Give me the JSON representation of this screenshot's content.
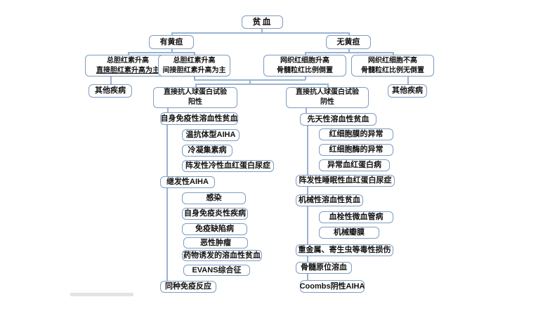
{
  "colors": {
    "box_border": "#7f9cc0",
    "connector": "#9ab3d2",
    "text_color": "#111111",
    "artifact_gray": "#e4e4e4"
  },
  "diagram": {
    "nodes": {
      "anemia": {
        "label": "贫血"
      },
      "jaundice_yes": {
        "label": "有黄疸"
      },
      "jaundice_no": {
        "label": "无黄疸"
      },
      "bili_direct": {
        "line1": "总胆红素升高",
        "line2": "直接胆红素升高为主"
      },
      "bili_indirect": {
        "line1": "总胆红素升高",
        "line2": "间接胆红素升高为主"
      },
      "retic_high": {
        "line1": "网织红细胞升高",
        "line2": "骨髓粒红比例倒置"
      },
      "retic_normal": {
        "line1": "网织红细胞不高",
        "line2": "骨髓粒红比例无倒置"
      },
      "other_left": {
        "label": "其他疾病"
      },
      "other_right": {
        "label": "其他疾病"
      },
      "dat_positive": {
        "line1": "直接抗人球蛋白试验",
        "line2": "阳性"
      },
      "dat_negative": {
        "line1": "直接抗人球蛋白试验",
        "line2": "阴性"
      },
      "aiha": {
        "label": "自身免疫性溶血性贫血"
      },
      "congenital": {
        "label": "先天性溶血性贫血"
      },
      "warm_aiha": {
        "label": "温抗体型AIHA"
      },
      "cold_agglutinin": {
        "label": "冷凝集素病"
      },
      "pch": {
        "label": "阵发性冷性血红蛋白尿症"
      },
      "rbc_membrane": {
        "label": "红细胞膜的异常"
      },
      "rbc_enzyme": {
        "label": "红细胞酶的异常"
      },
      "hemoglobinopathy": {
        "label": "异常血红蛋白病"
      },
      "secondary_aiha": {
        "label": "继发性AIHA"
      },
      "pnh": {
        "label": "阵发性睡眠性血红蛋白尿症"
      },
      "infection": {
        "label": "感染"
      },
      "mechanical": {
        "label": "机械性溶血性贫血"
      },
      "autoimmune_inflammatory": {
        "label": "自身免疫炎性疾病"
      },
      "tma": {
        "label": "血栓性微血管病"
      },
      "immunodeficiency": {
        "label": "免疫缺陷病"
      },
      "mechanical_valve": {
        "label": "机械瓣膜"
      },
      "malignancy": {
        "label": "恶性肿瘤"
      },
      "heavy_metal": {
        "label": "重金属、寄生虫等毒性损伤"
      },
      "drug_induced": {
        "label": "药物诱发的溶血性贫血"
      },
      "bone_marrow_hemolysis": {
        "label": "骨髓原位溶血"
      },
      "evans": {
        "label": "EVANS综合征"
      },
      "coombs_negative": {
        "label": "Coombs阴性AIHA"
      },
      "alloimmune": {
        "label": "同种免疫反应"
      }
    }
  }
}
